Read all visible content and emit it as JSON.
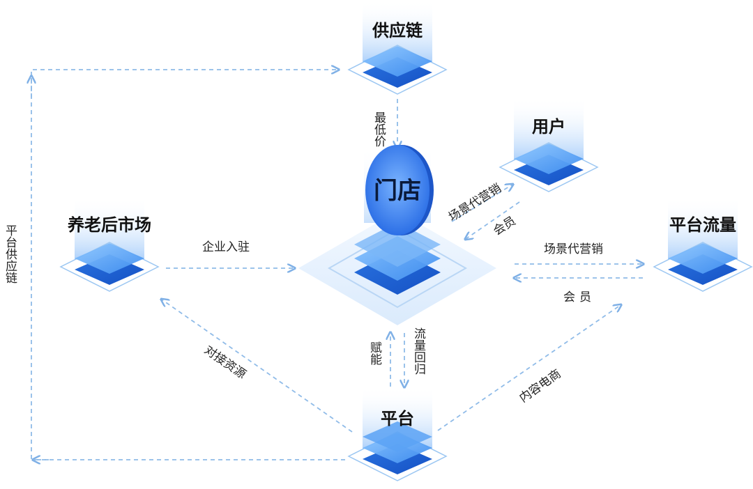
{
  "nodes": {
    "supply": {
      "label": "供应链"
    },
    "user": {
      "label": "用户"
    },
    "elderly": {
      "label": "养老后市场"
    },
    "traffic": {
      "label": "平台流量"
    },
    "platform": {
      "label": "平台"
    },
    "store": {
      "label": "门店"
    }
  },
  "edges": {
    "lowest_price": "最低价",
    "scene_marketing_user": "场景代营销",
    "member_user": "会员",
    "enterprise_join": "企业入驻",
    "scene_marketing_traffic": "场景代营销",
    "member_traffic": "会员",
    "empower": "赋能",
    "traffic_return": "流量回归",
    "resource_docking": "对接资源",
    "content_ecommerce": "内容电商",
    "platform_supply_chain": "平台供应链"
  },
  "colors": {
    "accent": "#2f7de8",
    "dash": "#8fbbe8",
    "pale": "#e3f0fd"
  }
}
